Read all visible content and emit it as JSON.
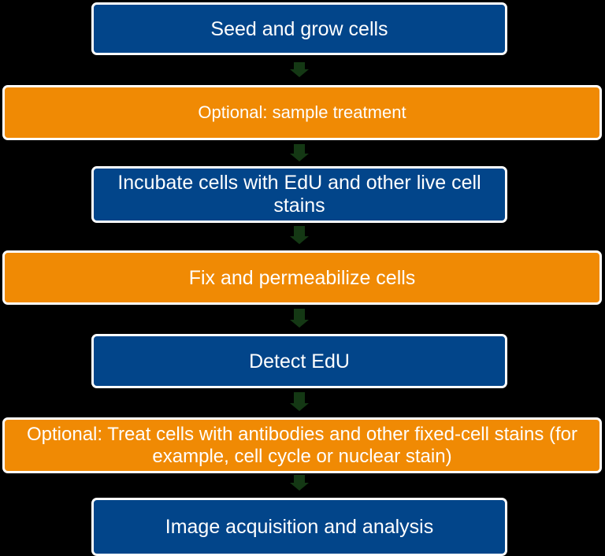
{
  "diagram": {
    "type": "vertical-flowchart",
    "colors": {
      "background": "#000000",
      "required_step": "#02458a",
      "optional_step": "#f08a04",
      "step_border": "#ffffff",
      "arrow": "#143814",
      "text": "#ffffff"
    },
    "steps": [
      {
        "label": "Seed and grow cells",
        "kind": "required"
      },
      {
        "label": "Optional: sample treatment",
        "kind": "optional"
      },
      {
        "label": "Incubate cells with EdU and other live cell stains",
        "kind": "required"
      },
      {
        "label": "Fix and permeabilize cells",
        "kind": "optional"
      },
      {
        "label": "Detect EdU",
        "kind": "required"
      },
      {
        "label": "Optional: Treat cells with antibodies and other fixed-cell stains (for example, cell cycle or nuclear stain)",
        "kind": "optional"
      },
      {
        "label": "Image acquisition and analysis",
        "kind": "required"
      }
    ],
    "connectors": [
      {
        "from": 0,
        "to": 1,
        "icon": "arrow-down-icon"
      },
      {
        "from": 1,
        "to": 2,
        "icon": "arrow-down-icon"
      },
      {
        "from": 2,
        "to": 3,
        "icon": "arrow-down-icon"
      },
      {
        "from": 3,
        "to": 4,
        "icon": "arrow-down-icon"
      },
      {
        "from": 4,
        "to": 5,
        "icon": "arrow-down-icon"
      },
      {
        "from": 5,
        "to": 6,
        "icon": "arrow-down-icon"
      }
    ]
  }
}
